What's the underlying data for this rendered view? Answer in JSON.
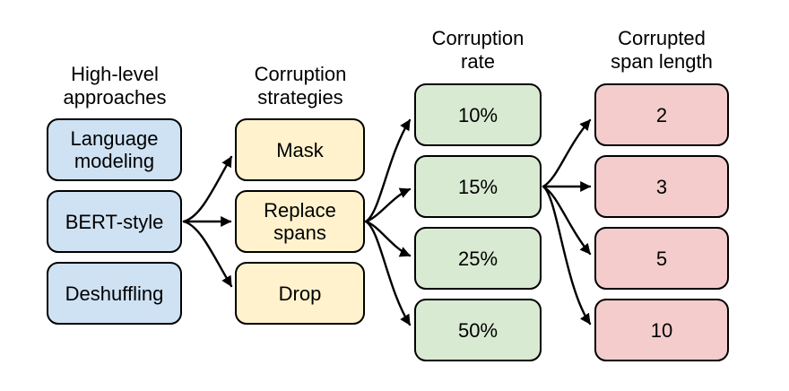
{
  "figure": {
    "background_color": "#ffffff",
    "line_color": "#000000",
    "columns": [
      {
        "id": "high-level-approaches",
        "header": "High-level\napproaches",
        "color": "#cfe2f3",
        "items": [
          {
            "id": "language-modeling",
            "label": "Language\nmodeling"
          },
          {
            "id": "bert-style",
            "label": "BERT-style"
          },
          {
            "id": "deshuffling",
            "label": "Deshuffling"
          }
        ]
      },
      {
        "id": "corruption-strategies",
        "header": "Corruption\nstrategies",
        "color": "#fff2cc",
        "items": [
          {
            "id": "mask",
            "label": "Mask"
          },
          {
            "id": "replace-spans",
            "label": "Replace\nspans"
          },
          {
            "id": "drop",
            "label": "Drop"
          }
        ]
      },
      {
        "id": "corruption-rate",
        "header": "Corruption\nrate",
        "color": "#d9ead3",
        "items": [
          {
            "id": "rate-10",
            "label": "10%"
          },
          {
            "id": "rate-15",
            "label": "15%"
          },
          {
            "id": "rate-25",
            "label": "25%"
          },
          {
            "id": "rate-50",
            "label": "50%"
          }
        ]
      },
      {
        "id": "corrupted-span-length",
        "header": "Corrupted\nspan length",
        "color": "#f4cccc",
        "items": [
          {
            "id": "len-2",
            "label": "2"
          },
          {
            "id": "len-3",
            "label": "3"
          },
          {
            "id": "len-5",
            "label": "5"
          },
          {
            "id": "len-10",
            "label": "10"
          }
        ]
      }
    ],
    "edges": [
      {
        "from": "bert-style",
        "to": "mask"
      },
      {
        "from": "bert-style",
        "to": "replace-spans"
      },
      {
        "from": "bert-style",
        "to": "drop"
      },
      {
        "from": "replace-spans",
        "to": "rate-10"
      },
      {
        "from": "replace-spans",
        "to": "rate-15"
      },
      {
        "from": "replace-spans",
        "to": "rate-25"
      },
      {
        "from": "replace-spans",
        "to": "rate-50"
      },
      {
        "from": "rate-15",
        "to": "len-2"
      },
      {
        "from": "rate-15",
        "to": "len-3"
      },
      {
        "from": "rate-15",
        "to": "len-5"
      },
      {
        "from": "rate-15",
        "to": "len-10"
      }
    ]
  }
}
